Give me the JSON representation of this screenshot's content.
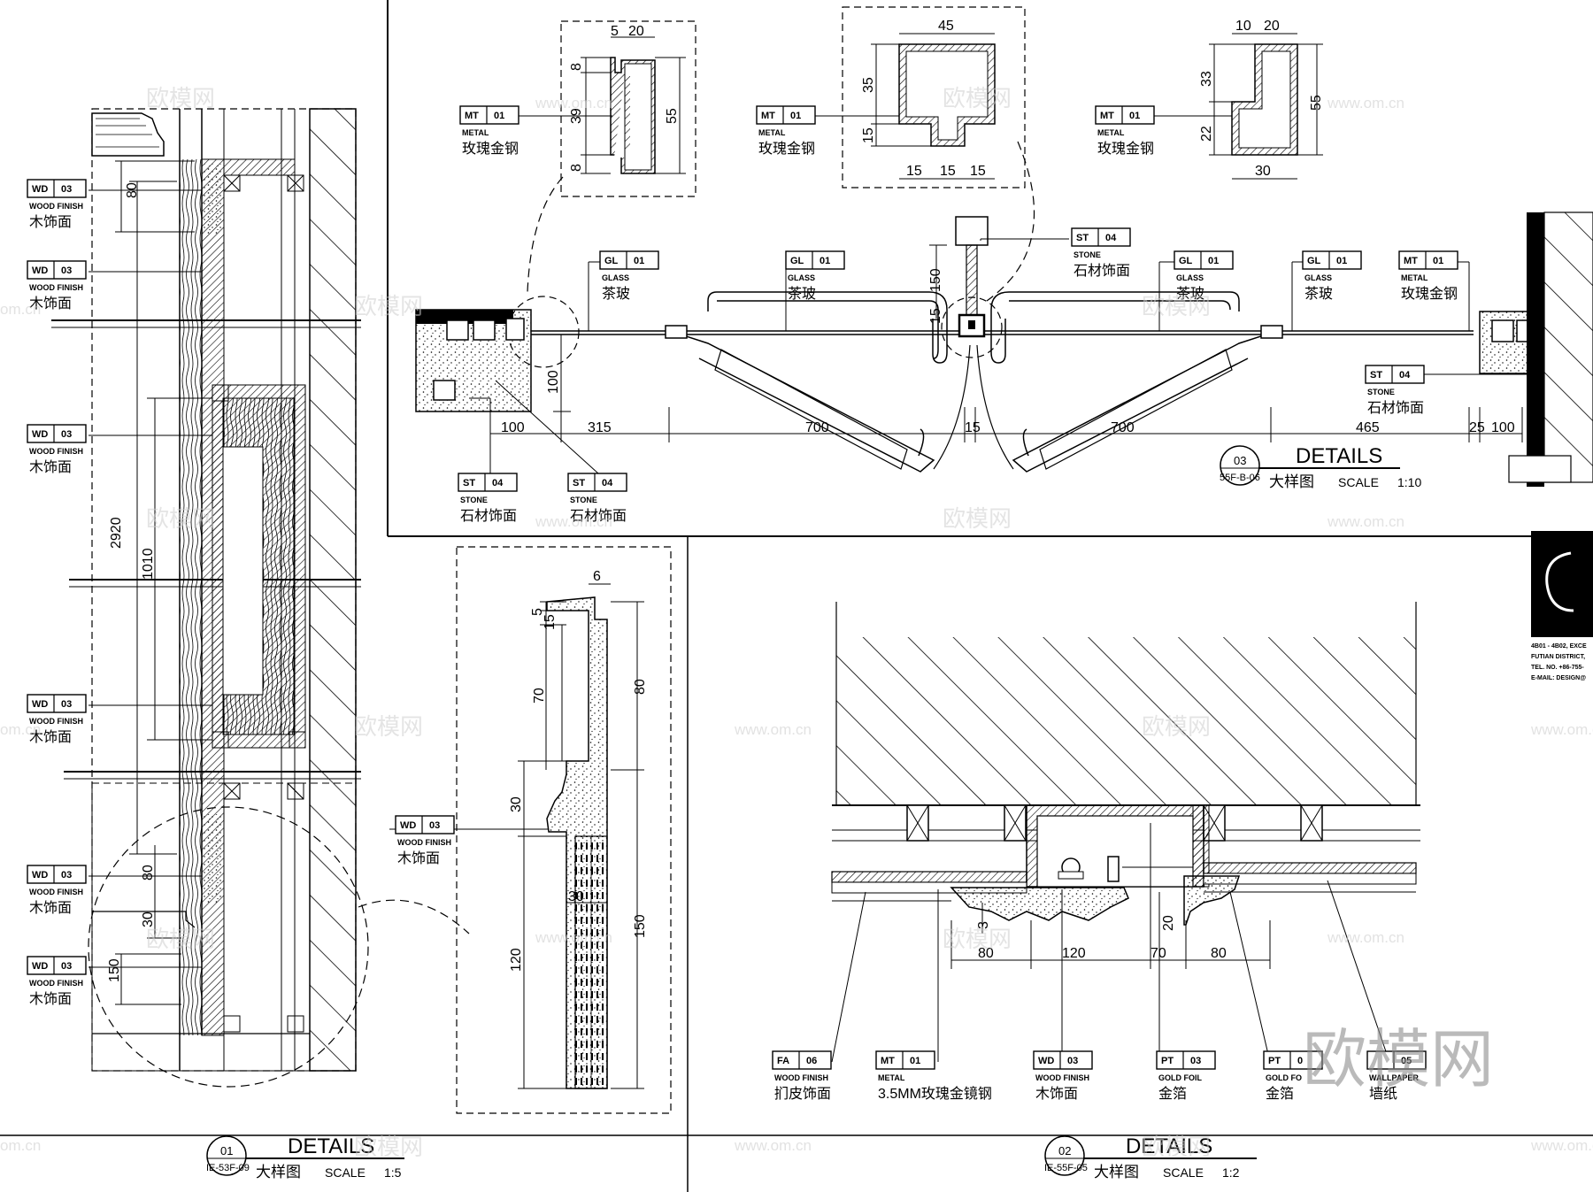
{
  "tags": {
    "wd03": {
      "code": "WD",
      "num": "03",
      "name": "WOOD FINISH",
      "zh": "木饰面"
    },
    "mt01": {
      "code": "MT",
      "num": "01",
      "name": "METAL",
      "zh": "玫瑰金钢"
    },
    "mt01b": {
      "code": "MT",
      "num": "01",
      "name": "METAL",
      "zh": "3.5MM玫瑰金镜钢"
    },
    "gl01": {
      "code": "GL",
      "num": "01",
      "name": "GLASS",
      "zh": "茶玻"
    },
    "st04": {
      "code": "ST",
      "num": "04",
      "name": "STONE",
      "zh": "石材饰面"
    },
    "fa06": {
      "code": "FA",
      "num": "06",
      "name": "WOOD FINISH",
      "zh": "扪皮饰面"
    },
    "pt03": {
      "code": "PT",
      "num": "03",
      "name": "GOLD FOIL",
      "zh": "金箔"
    },
    "pt03b": {
      "code": "PT",
      "num": "0",
      "name": "GOLD FO",
      "zh": "金箔"
    },
    "wp": {
      "code": "",
      "num": "05",
      "name": "WALLPAPER",
      "zh": "墙纸"
    }
  },
  "titles": {
    "d01": {
      "num": "01",
      "ref": "IE-53F-09",
      "title": "DETAILS",
      "zh": "大样图",
      "scale_label": "SCALE",
      "scale": "1:5"
    },
    "d02": {
      "num": "02",
      "ref": "IE-55F-05",
      "title": "DETAILS",
      "zh": "大样图",
      "scale_label": "SCALE",
      "scale": "1:2"
    },
    "d03": {
      "num": "03",
      "ref": "55F-B-06",
      "title": "DETAILS",
      "zh": "大样图",
      "scale_label": "SCALE",
      "scale": "1:10"
    }
  },
  "dims": {
    "d01": {
      "a": "80",
      "b": "2920",
      "c": "1010",
      "d": "80",
      "e": "30",
      "f": "150"
    },
    "profile": {
      "w": "6",
      "a": "5",
      "b": "15",
      "c": "70",
      "d": "80",
      "e": "30",
      "f": "30",
      "g": "120",
      "h": "150"
    },
    "prof1": {
      "a": "5",
      "b": "20",
      "c": "8",
      "d": "39",
      "e": "8",
      "f": "55"
    },
    "prof2": {
      "a": "45",
      "b": "35",
      "c": "15",
      "d": "15",
      "e": "15",
      "f": "15"
    },
    "prof3": {
      "a": "10",
      "b": "20",
      "c": "33",
      "d": "22",
      "e": "55",
      "f": "30"
    },
    "d03": {
      "a": "100",
      "b": "315",
      "c": "700",
      "d": "15",
      "e": "700",
      "f": "465",
      "g": "25",
      "h": "100",
      "v1": "150",
      "v2": "15",
      "v3": "100"
    },
    "d02": {
      "a": "80",
      "b": "120",
      "c": "70",
      "d": "80",
      "v1": "20",
      "v2": "3"
    }
  },
  "company": {
    "l1": "4B01 - 4B02, EXCE",
    "l2": "FUTIAN DISTRICT,",
    "l3": "TEL. NO. +86-755-",
    "l4": "E-MAIL: DESIGN@"
  },
  "watermark": {
    "brand": "欧模网",
    "url": "www.om.cn",
    "url2": "om.cn"
  }
}
